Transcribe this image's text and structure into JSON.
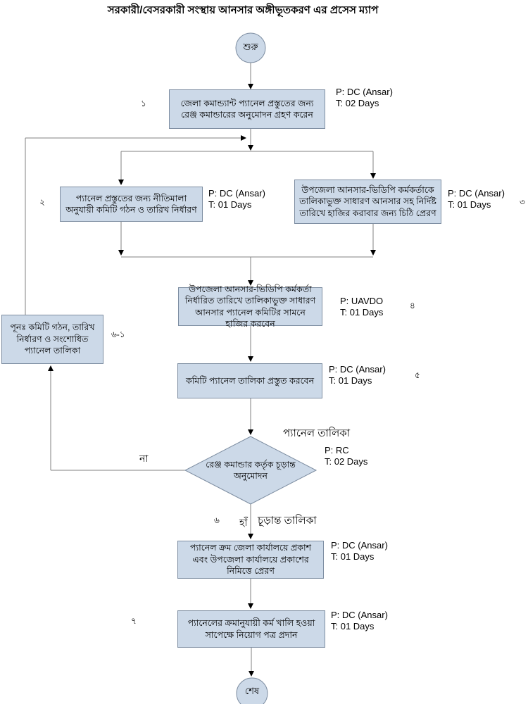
{
  "title": "সরকারী/বেসরকারী সংস্থায় আনসার অঙ্গীভূতকরণ এর প্রসেস ম্যাপ",
  "colors": {
    "node_fill": "#ccd9e8",
    "node_border": "#7d8da1",
    "line": "#808080",
    "arrow": "#000000"
  },
  "terminals": {
    "start": "শুরু",
    "end": "শেষ"
  },
  "steps": [
    {
      "number": "১",
      "label": "জেলা কমান্ড্যান্ট প্যানেল প্রস্তুতের জন্য রেঞ্জ কমান্ডারের অনুমোদন গ্রহণ করেন",
      "p": "P: DC (Ansar)",
      "t": "T: 02 Days"
    },
    {
      "number": "২",
      "label": "প্যানেল প্রস্তুতের জন্য নীতিমালা অনুযায়ী কমিটি গঠন ও তারিখ নির্ধারণ",
      "p": "P: DC (Ansar)",
      "t": "T: 01 Days"
    },
    {
      "number": "৩",
      "label": "উপজেলা আনসার-ভিডিপি কর্মকর্তাকে তালিকাভুক্ত সাধারণ আনসার সহ নির্দিষ্ট তারিখে হাজির করাবার জন্য চিঠি প্রেরণ",
      "p": "P: DC (Ansar)",
      "t": "T: 01 Days"
    },
    {
      "number": "৪",
      "label": "উপজেলা আনসার-ভিডিপি কর্মকর্তা নির্ধারিত তারিখে তালিকাভুক্ত সাধারণ আনসার প্যানেল কমিটির সামনে হাজির করবেন",
      "p": "P: UAVDO",
      "t": "T: 01 Days"
    },
    {
      "number": "৫",
      "label": "কমিটি প্যানেল তালিকা প্রস্তুত করবেন",
      "p": "P: DC (Ansar)",
      "t": "T: 01 Days"
    },
    {
      "number": "৬-১",
      "label": "পূনঃ  কমিটি গঠন, তারিখ নির্ধারণ ও সংশোধিত প্যানেল তালিকা"
    },
    {
      "number": "৬",
      "label": "রেঞ্জ কমান্ডার কর্তৃক চূড়ান্ত অনুমোদন",
      "p": "P: RC",
      "t": "T: 02 Days"
    },
    {
      "label": "প্যানেল ক্রম জেলা কার্যালয়ে প্রকাশ এবং উপজেলা কার্যালয়ে প্রকাশের নিমিত্তে প্রেরণ",
      "p": "P: DC (Ansar)",
      "t": "T: 01 Days"
    },
    {
      "number": "৭",
      "label": "প্যানেলের ক্রমানুযায়ী কর্ম খালি হওয়া সাপেক্ষে নিয়োগ পত্র প্রদান",
      "p": "P: DC (Ansar)",
      "t": "T: 01 Days"
    }
  ],
  "edge_labels": {
    "no": "না",
    "yes": "হাঁ",
    "panel_list": "প্যানেল তালিকা",
    "final_list": "চূড়ান্ত তালিকা"
  }
}
